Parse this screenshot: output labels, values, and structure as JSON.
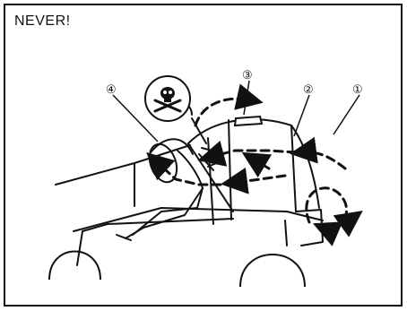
{
  "warning": {
    "title": "NEVER!"
  },
  "callouts": [
    {
      "label": "①"
    },
    {
      "label": "②"
    },
    {
      "label": "③"
    },
    {
      "label": "④"
    }
  ],
  "icons": {
    "hazard": "skull-crossbones-icon"
  },
  "colors": {
    "ink": "#111111",
    "background": "#ffffff"
  }
}
